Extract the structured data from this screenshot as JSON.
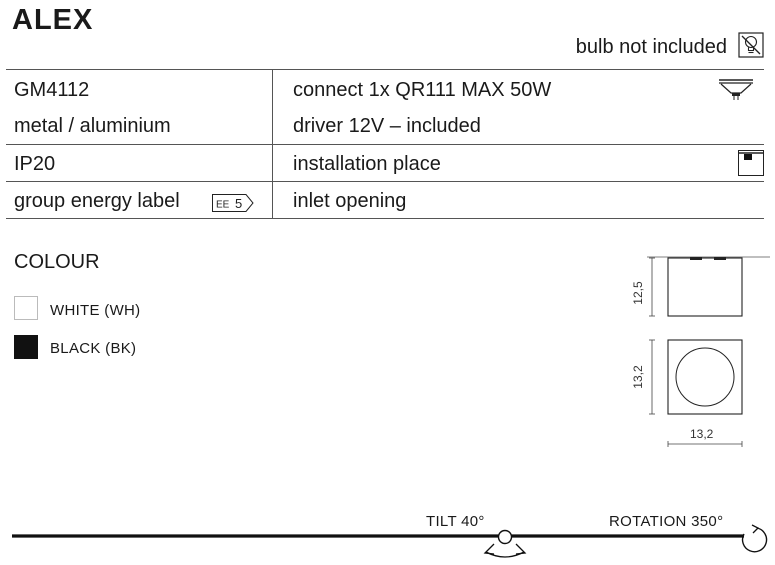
{
  "product": {
    "name": "ALEX",
    "bulb_note": "bulb not included"
  },
  "specs": {
    "left": [
      "GM4112",
      "metal / aluminium",
      "IP20",
      "group energy label"
    ],
    "right": [
      "connect 1x QR111 MAX 50W",
      "driver 12V – included",
      "installation place",
      "inlet opening"
    ],
    "energy_badge": {
      "prefix": "EE",
      "value": "5"
    }
  },
  "colour": {
    "title": "COLOUR",
    "options": [
      {
        "label": "WHITE (WH)",
        "color": "#ffffff"
      },
      {
        "label": "BLACK (BK)",
        "color": "#111111"
      }
    ]
  },
  "dimensions": {
    "height": "12,5",
    "depth": "13,2",
    "width": "13,2"
  },
  "adjust": {
    "tilt": "TILT 40°",
    "rotation": "ROTATION 350°"
  },
  "icons": {
    "bulb": "no-bulb-icon",
    "lamp": "qr111-lamp-icon",
    "installation": "ceiling-mount-icon",
    "tilt": "tilt-icon",
    "rotation": "rotation-icon"
  }
}
